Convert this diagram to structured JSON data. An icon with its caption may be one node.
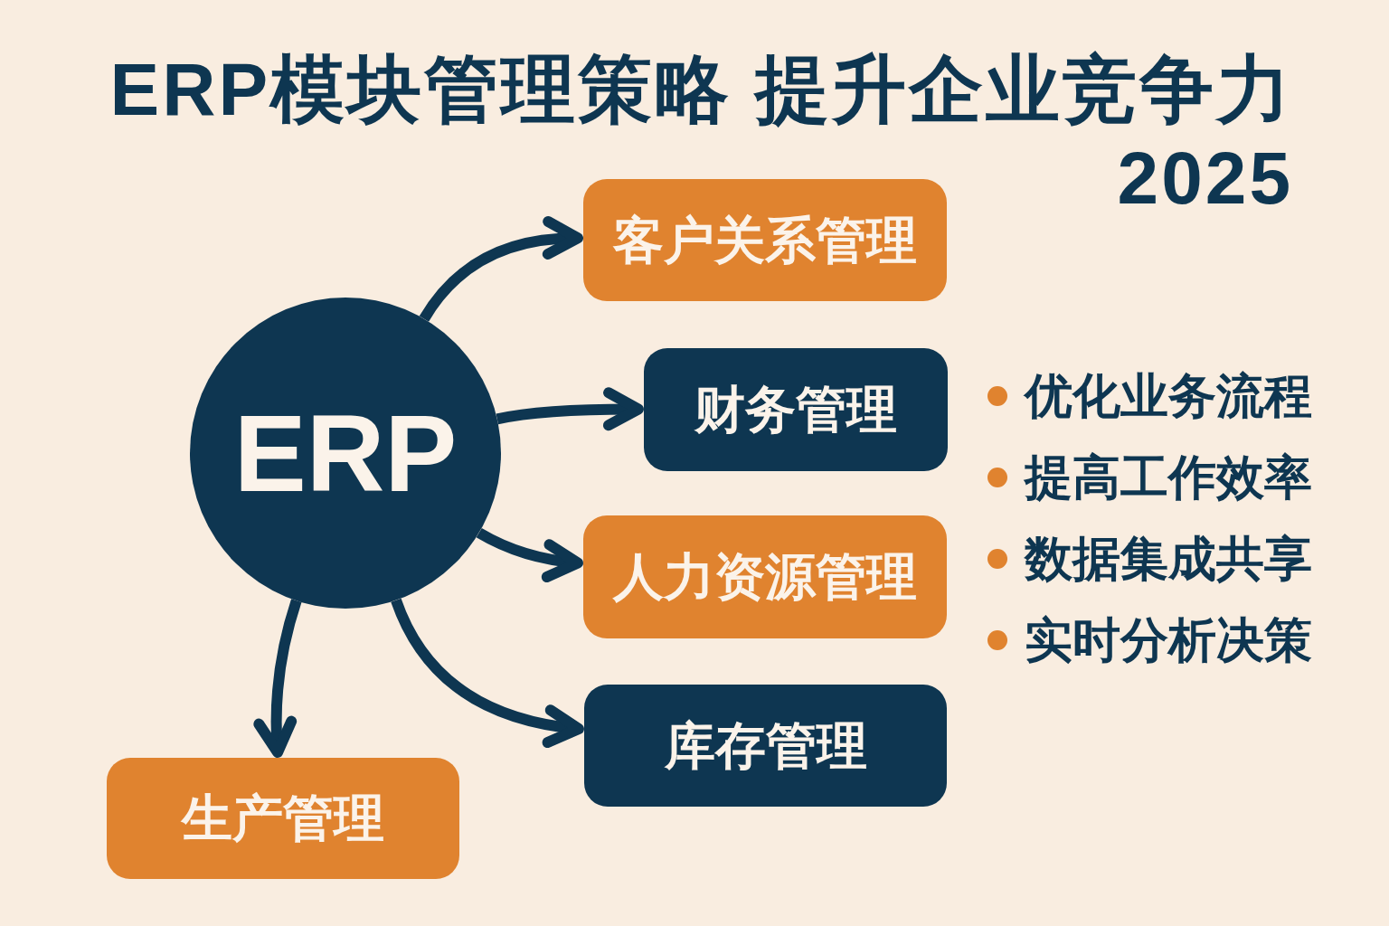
{
  "diagram": {
    "title": "ERP模块管理策略 提升企业竞争力 2025",
    "nodes": [
      {
        "text": [
          "ERP"
        ]
      },
      {
        "text": [
          "客户关系管理"
        ]
      },
      {
        "text": [
          "财务管理"
        ]
      },
      {
        "text": [
          "人力资源管理"
        ]
      },
      {
        "text": [
          "库存管理"
        ]
      },
      {
        "text": [
          "生产管理"
        ]
      }
    ],
    "edges": [
      {
        "from": 0,
        "to": 1,
        "arrow": "to"
      },
      {
        "from": 0,
        "to": 2,
        "arrow": "to"
      },
      {
        "from": 0,
        "to": 3,
        "arrow": "to"
      },
      {
        "from": 0,
        "to": 4,
        "arrow": "to"
      },
      {
        "from": 0,
        "to": 5,
        "arrow": "to"
      }
    ],
    "labels": [
      "优化业务流程",
      "提高工作效率",
      "数据集成共享",
      "实时分析决策"
    ]
  }
}
